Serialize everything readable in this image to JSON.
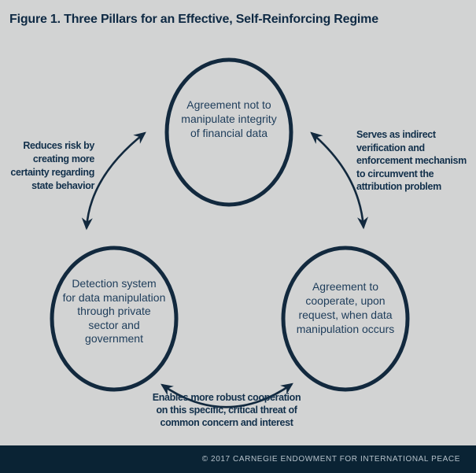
{
  "title": "Figure 1. Three Pillars for an Effective, Self-Reinforcing Regime",
  "pillars": {
    "top": {
      "label": "Agreement not to\nmanipulate integrity\nof financial data"
    },
    "bottom_left": {
      "label": "Detection system\nfor data manipulation\nthrough private\nsector and\ngovernment"
    },
    "bottom_right": {
      "label": "Agreement to\ncooperate, upon\nrequest, when data\nmanipulation occurs"
    }
  },
  "edges": {
    "left": {
      "label": "Reduces risk by\ncreating more\ncertainty regarding\nstate behavior"
    },
    "right": {
      "label": "Serves as indirect\nverification and\nenforcement mechanism\nto circumvent the\nattribution problem"
    },
    "bottom": {
      "label": "Enables more robust cooperation\non this specific, critical threat of\ncommon concern and interest"
    }
  },
  "footer": {
    "credit": "© 2017 CARNEGIE ENDOWMENT FOR INTERNATIONAL PEACE"
  },
  "colors": {
    "background": "#d2d3d3",
    "ink": "#12293e",
    "circle_text": "#1d3c5a",
    "label_text": "#12304b",
    "footer_background": "#0a2334",
    "footer_text": "#b6c2cb"
  }
}
